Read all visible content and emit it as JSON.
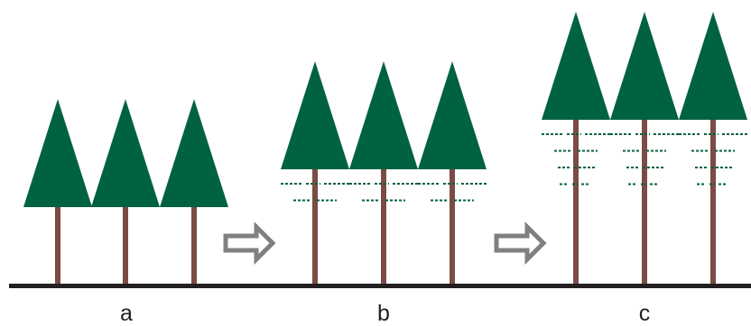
{
  "colors": {
    "foliage": "#006243",
    "trunk": "#7b4b45",
    "ground": "#231f20",
    "arrow_stroke": "#808080",
    "arrow_fill": "#ffffff",
    "dash": "#006243"
  },
  "stages": [
    {
      "label": "a",
      "trees": 3,
      "pruned_levels": 0
    },
    {
      "label": "b",
      "trees": 3,
      "pruned_levels": 2
    },
    {
      "label": "c",
      "trees": 3,
      "pruned_levels": 4
    }
  ],
  "arrows": [
    {
      "icon": "right-arrow-icon"
    },
    {
      "icon": "right-arrow-icon"
    }
  ]
}
